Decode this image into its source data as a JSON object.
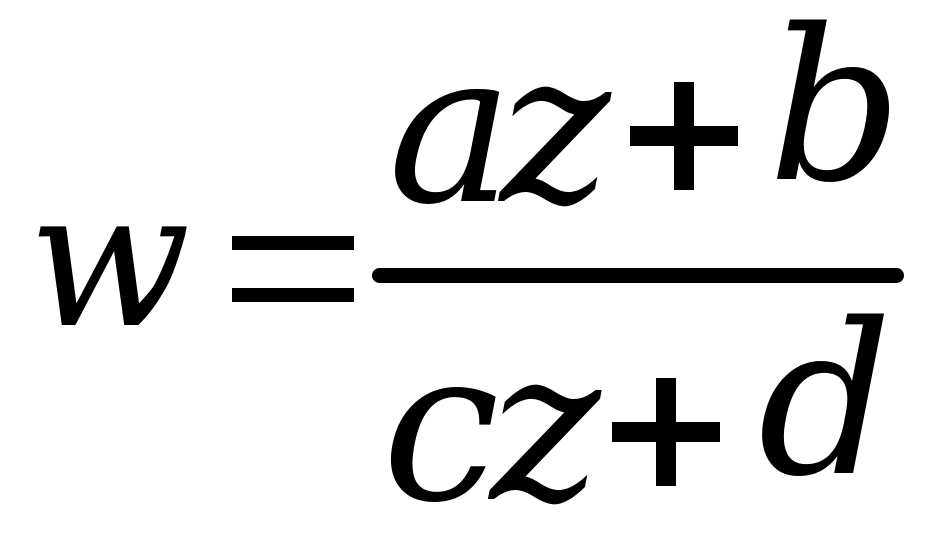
{
  "equation": {
    "lhs": "w",
    "equals": "=",
    "numerator": {
      "term1_coeff": "a",
      "term1_var": "z",
      "operator": "+",
      "term2": "b"
    },
    "denominator": {
      "term1_coeff": "c",
      "term1_var": "z",
      "operator": "+",
      "term2": "d"
    }
  }
}
